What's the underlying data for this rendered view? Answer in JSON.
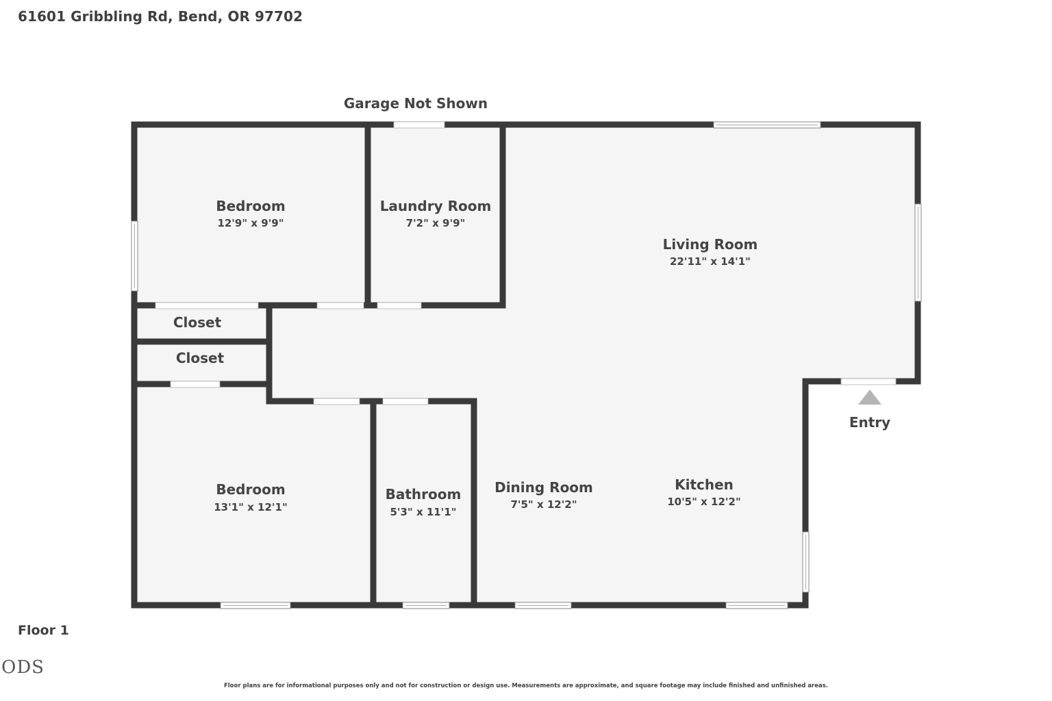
{
  "address": "61601 Gribbling Rd, Bend, OR 97702",
  "floor_label": "Floor 1",
  "logo_text": "ODS",
  "disclaimer": "Floor plans are for informational purposes only and not for construction or design use. Measurements are approximate, and square footage may include finished and unfinished areas.",
  "garage_note": "Garage Not Shown",
  "entry_label": "Entry",
  "colors": {
    "wall": "#3a3a3a",
    "floor": "#f5f5f5",
    "window": "#ffffff",
    "entry_marker": "#b5b5b5",
    "text": "#444444"
  },
  "rooms": [
    {
      "id": "bedroom-1",
      "name": "Bedroom",
      "dims": "12'9\" x 9'9\""
    },
    {
      "id": "laundry-room",
      "name": "Laundry Room",
      "dims": "7'2\" x 9'9\""
    },
    {
      "id": "living-room",
      "name": "Living Room",
      "dims": "22'11\" x 14'1\""
    },
    {
      "id": "closet-1",
      "name": "Closet",
      "dims": ""
    },
    {
      "id": "closet-2",
      "name": "Closet",
      "dims": ""
    },
    {
      "id": "bedroom-2",
      "name": "Bedroom",
      "dims": "13'1\" x 12'1\""
    },
    {
      "id": "bathroom",
      "name": "Bathroom",
      "dims": "5'3\" x 11'1\""
    },
    {
      "id": "dining-room",
      "name": "Dining Room",
      "dims": "7'5\" x 12'2\""
    },
    {
      "id": "kitchen",
      "name": "Kitchen",
      "dims": "10'5\" x 12'2\""
    }
  ]
}
